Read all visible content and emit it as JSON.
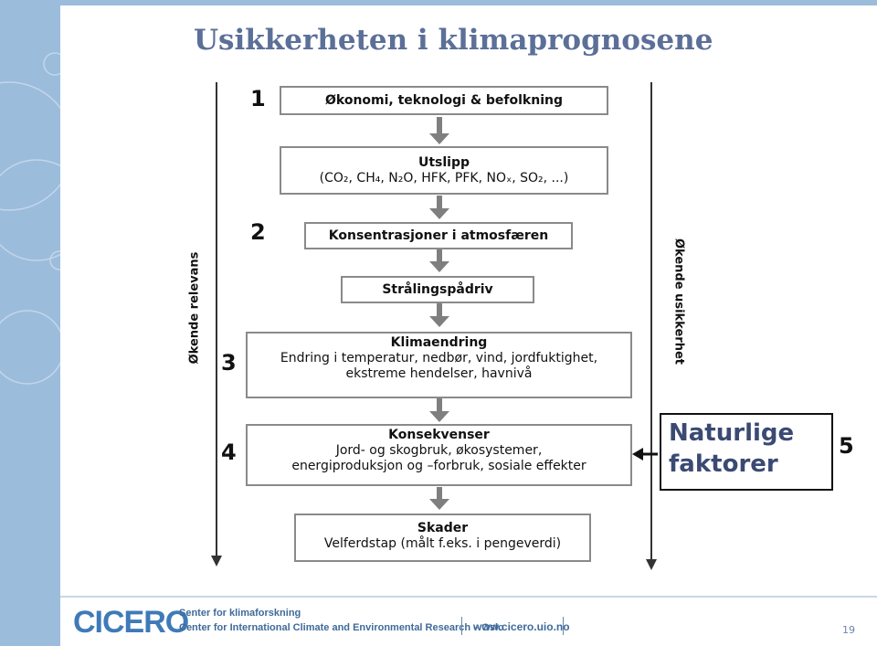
{
  "slide": {
    "title": "Usikkerheten i klimaprognosene",
    "page_number": "19"
  },
  "diagram": {
    "boxes": {
      "economy": {
        "label": "Økonomi, teknologi & befolkning"
      },
      "emissions": {
        "label": "Utslipp",
        "detail": "(CO₂, CH₄, N₂O, HFK, PFK, NOₓ, SO₂, ...)"
      },
      "concentrations": {
        "label": "Konsentrasjoner i atmosfæren"
      },
      "forcing": {
        "label": "Strålingspådriv"
      },
      "climate_change": {
        "label": "Klimaendring",
        "detail_1": "Endring i temperatur, nedbør, vind, jordfuktighet,",
        "detail_2": "ekstreme hendelser, havnivå"
      },
      "consequences": {
        "label": "Konsekvenser",
        "detail_1": "Jord- og skogbruk, økosystemer,",
        "detail_2": "energiproduksjon og –forbruk, sosiale effekter"
      },
      "damages": {
        "label": "Skader",
        "detail": "Velferdstap (målt f.eks. i pengeverdi)"
      }
    },
    "step_numbers": {
      "n1": "1",
      "n2": "2",
      "n3": "3",
      "n4": "4",
      "n5": "5"
    },
    "left_axis_label": "Økende relevans",
    "right_axis_label": "Økende usikkerhet",
    "natural_factors": {
      "line1": "Naturlige",
      "line2": "faktorer"
    }
  },
  "footer": {
    "logo": "CICERO",
    "subtitle_1": "Senter for klimaforskning",
    "subtitle_2": "Center for International Climate and Environmental Research – Oslo",
    "url": "www.cicero.uio.no"
  },
  "colors": {
    "sidebar": "#9cbcdc",
    "title": "#5b6f98",
    "arrow": "#7f7f7f",
    "accent": "#3f7ab8"
  }
}
